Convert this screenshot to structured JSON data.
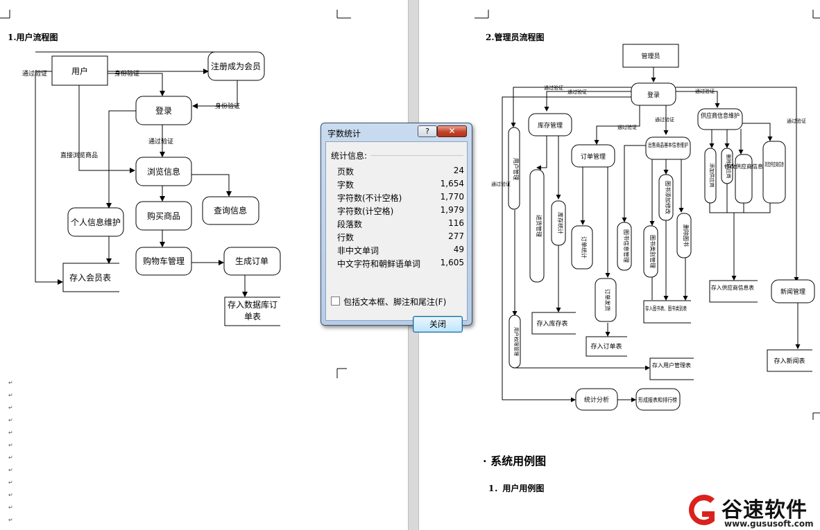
{
  "document": {
    "left_page": {
      "heading": "1.用户流程图",
      "nodes": {
        "user": "用户",
        "register": "注册成为会员",
        "login": "登录",
        "browse": "浏览信息",
        "personal": "个人信息维护",
        "buy": "购买商品",
        "query": "查询信息",
        "cart": "购物车管理",
        "order": "生成订单",
        "member_table": "存入会员表",
        "order_table_1": "存入数据库订",
        "order_table_2": "单表"
      },
      "edges": {
        "verified_top": "通过验证",
        "identity_1": "身份验证",
        "identity_2": "身份验证",
        "verified_mid": "通过验证",
        "direct_browse": "直接浏览商品"
      },
      "paragraph_marks": [
        "↵",
        "↵",
        "↵",
        "↵",
        "↵",
        "↵",
        "↵",
        "↵",
        "↵",
        "↵",
        "↵",
        "↵",
        "↵"
      ]
    },
    "right_page": {
      "heading": "2.管理员流程图",
      "nodes": {
        "admin": "管理员",
        "login": "登录",
        "inventory": "库存管理",
        "supplier": "供应商信息维护",
        "sales": "出售商品基本信息维护",
        "order_mgmt": "订单管理",
        "user_mgmt": "用户管理",
        "stock_mgmt": "进货管理",
        "inv_stats": "库存统计",
        "order_stats": "订单统计",
        "book_info": "图书信息管理",
        "book_cat": "图书类别管理",
        "book_add": "图书添加修改",
        "book_del": "删除图书",
        "order_ship": "订单发货",
        "sup_add": "添加供应商",
        "sup_del": "删除供应商",
        "sup_edit": "修改供应商信息",
        "sup_browse": "浏览供应商信息",
        "user_perm": "用户权限管理",
        "stock_table": "存入库存表",
        "order_table": "存入订单表",
        "book_table": "存入图书表、图书类别表",
        "supplier_table": "存入供应商信息表",
        "user_table": "存入用户管理表",
        "news_mgmt": "新闻管理",
        "news_table": "存入新闻表",
        "stats": "统计分析",
        "report": "形成报表和排行榜"
      },
      "edges": {
        "v1": "通过验证",
        "v2": "通过验证",
        "v3": "通过验证",
        "v4": "通过验证",
        "v5": "通过验证",
        "v6": "通过验证",
        "v7": "通过验证"
      },
      "section_title": "系统用例图",
      "sub_heading": "1．用户用例图"
    }
  },
  "dialog": {
    "title": "字数统计",
    "help_glyph": "?",
    "close_glyph": "✕",
    "stats_label": "统计信息:",
    "rows": [
      {
        "label": "页数",
        "value": "24"
      },
      {
        "label": "字数",
        "value": "1,654"
      },
      {
        "label": "字符数(不计空格)",
        "value": "1,770"
      },
      {
        "label": "字符数(计空格)",
        "value": "1,979"
      },
      {
        "label": "段落数",
        "value": "116"
      },
      {
        "label": "行数",
        "value": "277"
      },
      {
        "label": "非中文单词",
        "value": "49"
      },
      {
        "label": "中文字符和朝鲜语单词",
        "value": "1,605"
      }
    ],
    "checkbox_label": "包括文本框、脚注和尾注(F)",
    "checkbox_checked": false,
    "close_button": "关闭"
  },
  "watermark": {
    "name": "谷速软件",
    "url": "www.gususoft.com",
    "colors": {
      "red": "#d9221c",
      "dark": "#111111"
    }
  }
}
